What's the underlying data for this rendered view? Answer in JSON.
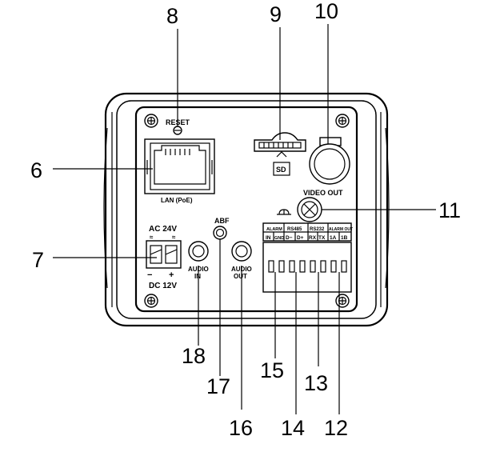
{
  "callouts": {
    "c6": "6",
    "c7": "7",
    "c8": "8",
    "c9": "9",
    "c10": "10",
    "c11": "11",
    "c12": "12",
    "c13": "13",
    "c14": "14",
    "c15": "15",
    "c16": "16",
    "c17": "17",
    "c18": "18"
  },
  "labels": {
    "reset": "RESET",
    "lan": "LAN (PoE)",
    "sd": "SD",
    "video_out": "VIDEO OUT",
    "abf": "ABF",
    "ac24v": "AC 24V",
    "dc12v": "DC 12V",
    "minus": "−",
    "plus": "+",
    "audio_in_1": "AUDIO",
    "audio_in_2": "IN",
    "audio_out_1": "AUDIO",
    "audio_out_2": "OUT",
    "alarm": "ALARM",
    "rs485": "RS485",
    "rs232": "RS232",
    "alarm_out": "ALARM OUT",
    "pin_in": "IN",
    "pin_gnd": "GND",
    "pin_dminus": "D−",
    "pin_dplus": "D+",
    "pin_rx": "RX",
    "pin_tx": "TX",
    "pin_1a": "1A",
    "pin_1b": "1B"
  }
}
